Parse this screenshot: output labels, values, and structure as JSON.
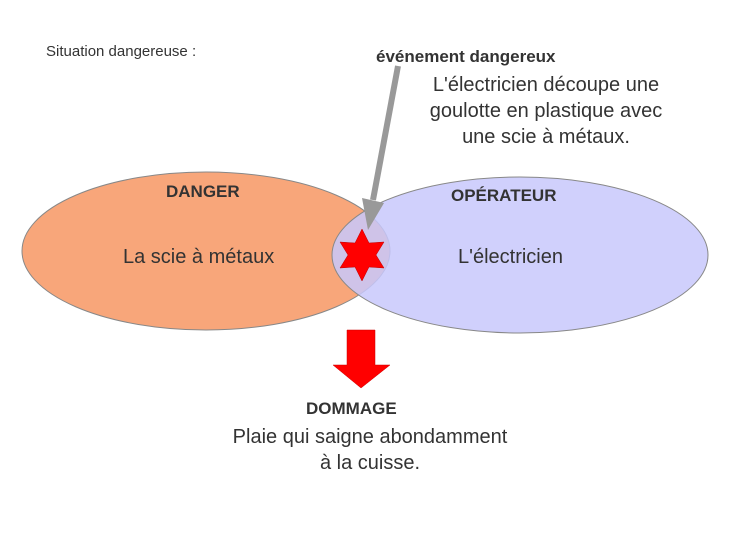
{
  "title": "Situation dangereuse :",
  "event": {
    "label": "événement dangereux",
    "lines": [
      "L'électricien découpe une",
      "goulotte en plastique avec",
      "une scie à métaux."
    ]
  },
  "danger": {
    "label": "DANGER",
    "text": "La scie à métaux"
  },
  "operator": {
    "label": "OPÉRATEUR",
    "text": "L'électricien"
  },
  "damage": {
    "label": "DOMMAGE",
    "lines": [
      "Plaie qui saigne abondamment",
      "à la cuisse."
    ]
  },
  "colors": {
    "danger": "#f8a67a",
    "operator": "#c8c8fc",
    "star": "#ff0000",
    "arrow": "#999999",
    "down_arrow": "#ff0000"
  }
}
